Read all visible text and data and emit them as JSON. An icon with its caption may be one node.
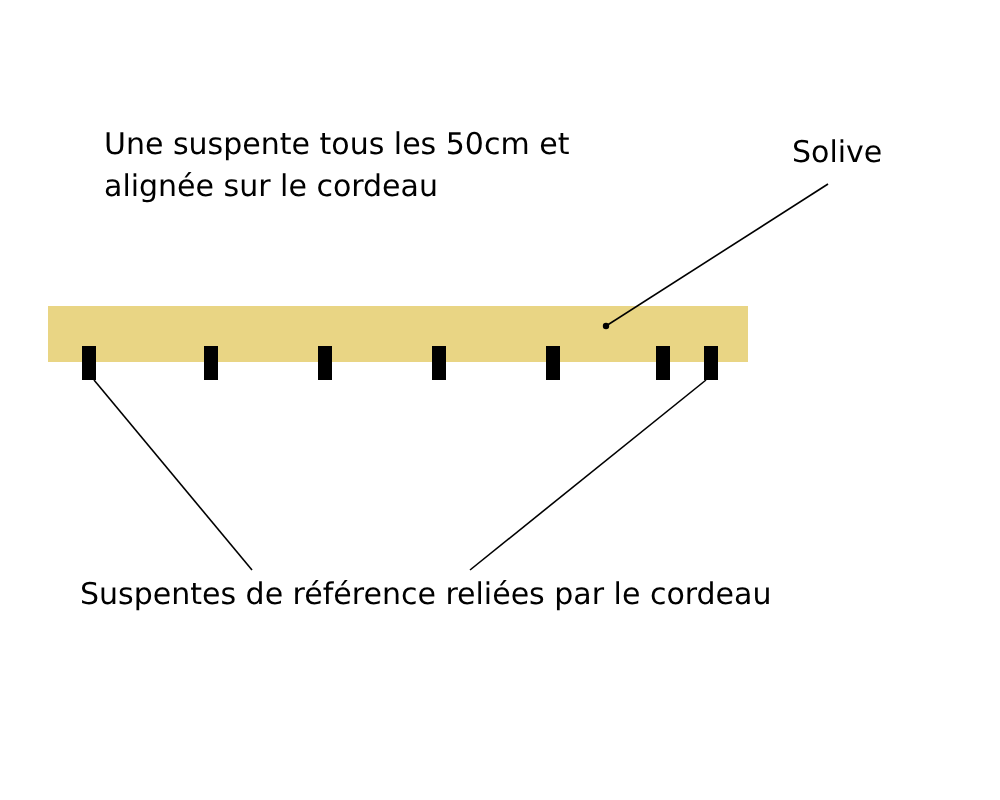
{
  "diagram": {
    "nodes": [
      {
        "text": [
          "Solive"
        ]
      },
      {
        "text": [],
        "shape": "bar"
      },
      {
        "text": [],
        "shape": "bar"
      },
      {
        "text": [],
        "shape": "bar"
      },
      {
        "text": [],
        "shape": "bar"
      },
      {
        "text": [],
        "shape": "bar"
      },
      {
        "text": [],
        "shape": "bar"
      },
      {
        "text": [],
        "shape": "bar"
      },
      {
        "text": [],
        "shape": "bar"
      },
      {
        "text": [
          "Suspentes de référence reliées par le cordeau"
        ]
      }
    ],
    "edges": [
      {
        "from": 0,
        "to": 1,
        "arrow": "other"
      },
      {
        "from": 9,
        "to": 2,
        "arrow": "none"
      },
      {
        "from": 9,
        "to": 8,
        "arrow": "none"
      }
    ],
    "labels": [
      "Une suspente tous les 50cm et alignée sur le cordeau"
    ]
  }
}
